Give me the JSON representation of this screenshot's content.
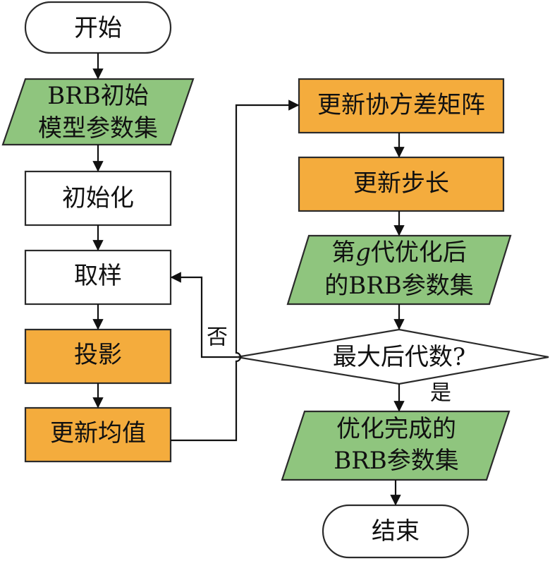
{
  "colors": {
    "green": "#8fc57e",
    "orange": "#f4ac3d",
    "white": "#ffffff",
    "line": "#111111"
  },
  "nodes": {
    "start": "开始",
    "initial_params_line1": "BRB初始",
    "initial_params_line2": "模型参数集",
    "initialize": "初始化",
    "sampling": "取样",
    "projection": "投影",
    "update_mean": "更新均值",
    "update_covariance": "更新协方差矩阵",
    "update_step": "更新步长",
    "gen_params_line1_pre": "第",
    "gen_params_line1_var": "g",
    "gen_params_line1_post": "代优化后",
    "gen_params_line2": "的BRB参数集",
    "max_gen": "最大后代数?",
    "optimized_line1": "优化完成的",
    "optimized_line2": "BRB参数集",
    "end": "结束"
  },
  "edge_labels": {
    "no": "否",
    "yes": "是"
  }
}
